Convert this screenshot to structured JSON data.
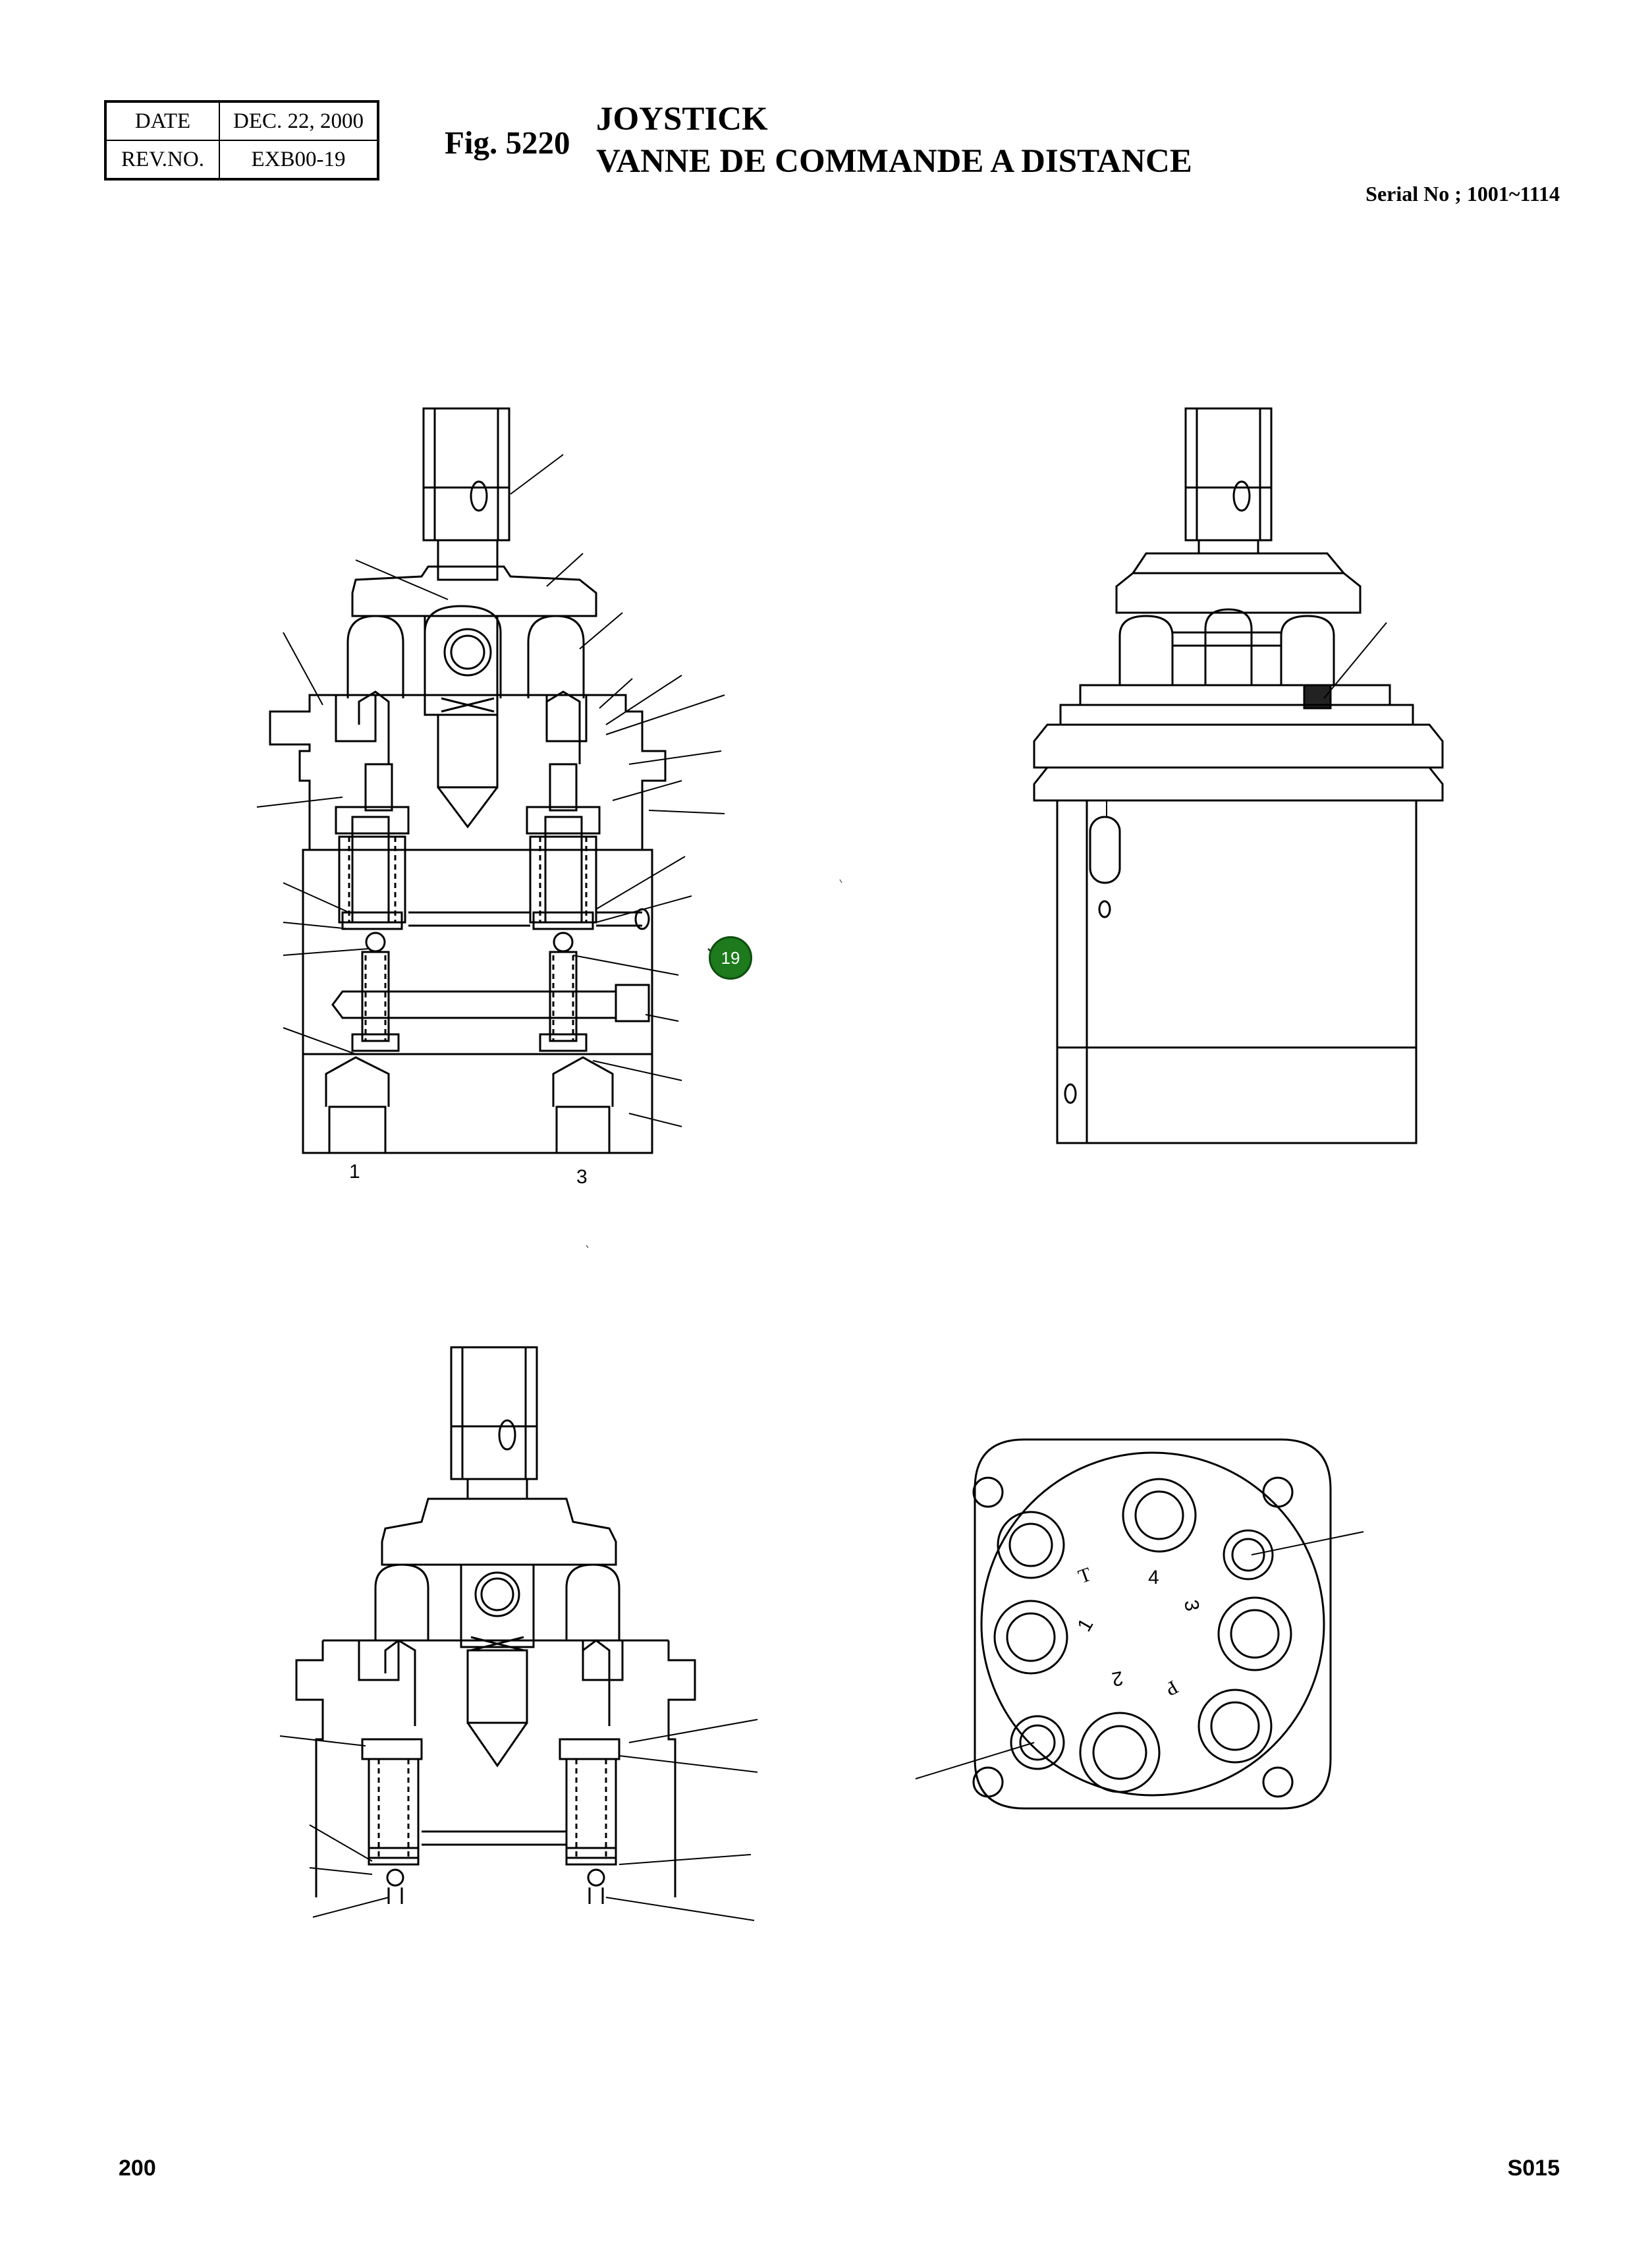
{
  "header": {
    "date_label": "DATE",
    "date_value": "DEC. 22, 2000",
    "rev_label": "REV.NO.",
    "rev_value": "EXB00-19"
  },
  "figure": {
    "number": "Fig. 5220",
    "title_line1": "JOYSTICK",
    "title_line2": "VANNE DE COMMANDE A DISTANCE",
    "serial": "Serial No ; 1001~1114"
  },
  "labels": {
    "port_1": "1",
    "port_3": "3",
    "callout_19": "19"
  },
  "port_markings": {
    "t": "T",
    "four": "4",
    "three": "3",
    "one": "1",
    "two": "2",
    "p": "P"
  },
  "footer": {
    "page_number": "200",
    "page_code": "S015"
  }
}
